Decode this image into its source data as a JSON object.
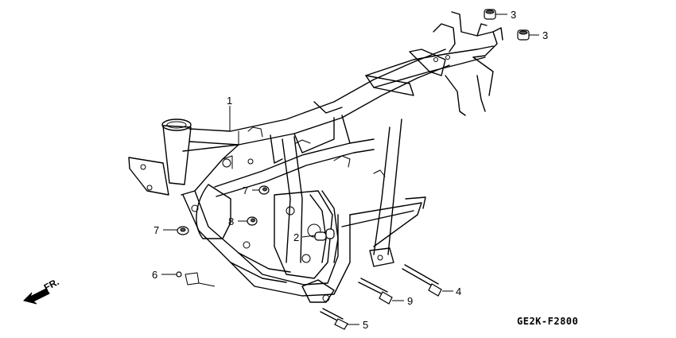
{
  "diagram": {
    "code": "GE2K-F2800",
    "direction_label": "FR.",
    "callouts": [
      {
        "id": "1",
        "label": "1"
      },
      {
        "id": "2",
        "label": "2"
      },
      {
        "id": "3a",
        "label": "3"
      },
      {
        "id": "3b",
        "label": "3"
      },
      {
        "id": "4",
        "label": "4"
      },
      {
        "id": "5",
        "label": "5"
      },
      {
        "id": "6",
        "label": "6"
      },
      {
        "id": "7a",
        "label": "7"
      },
      {
        "id": "7b",
        "label": "7"
      },
      {
        "id": "8",
        "label": "8"
      },
      {
        "id": "9",
        "label": "9"
      }
    ]
  }
}
